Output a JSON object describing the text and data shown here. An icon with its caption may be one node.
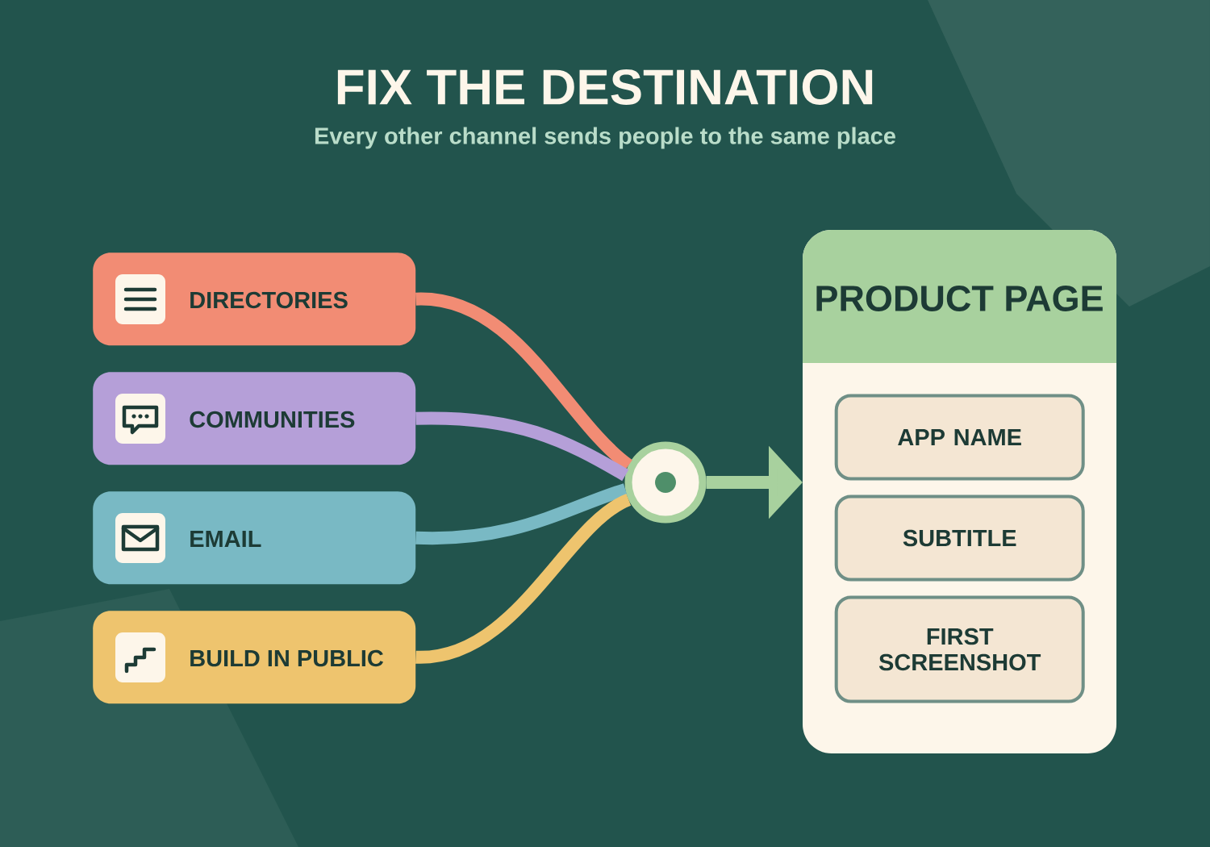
{
  "diagram": {
    "title": "FIX THE DESTINATION",
    "caption": "Every other channel sends people to the same place",
    "nodes": [
      {
        "text": [
          "DIRECTORIES"
        ]
      },
      {
        "text": [
          "COMMUNITIES"
        ]
      },
      {
        "text": [
          "EMAIL"
        ]
      },
      {
        "text": [
          "BUILD IN PUBLIC"
        ]
      },
      {
        "text": [],
        "shape": "circle"
      },
      {
        "text": [
          "PRODUCT PAGE"
        ]
      },
      {
        "text": [
          "APP NAME"
        ],
        "in": 5
      },
      {
        "text": [
          "SUBTITLE"
        ],
        "in": 5
      },
      {
        "text": [
          "FIRST SCREENSHOT"
        ],
        "in": 5
      }
    ],
    "edges": [
      {
        "from": 0,
        "to": 4,
        "arrow": "none",
        "color": "#f28c74"
      },
      {
        "from": 1,
        "to": 4,
        "arrow": "none",
        "color": "#b59fd8"
      },
      {
        "from": 2,
        "to": 4,
        "arrow": "none",
        "color": "#79b9c4"
      },
      {
        "from": 3,
        "to": 4,
        "arrow": "none",
        "color": "#eec46e"
      },
      {
        "from": 4,
        "to": 5,
        "arrow": "to",
        "color": "#a8d19e"
      }
    ]
  }
}
